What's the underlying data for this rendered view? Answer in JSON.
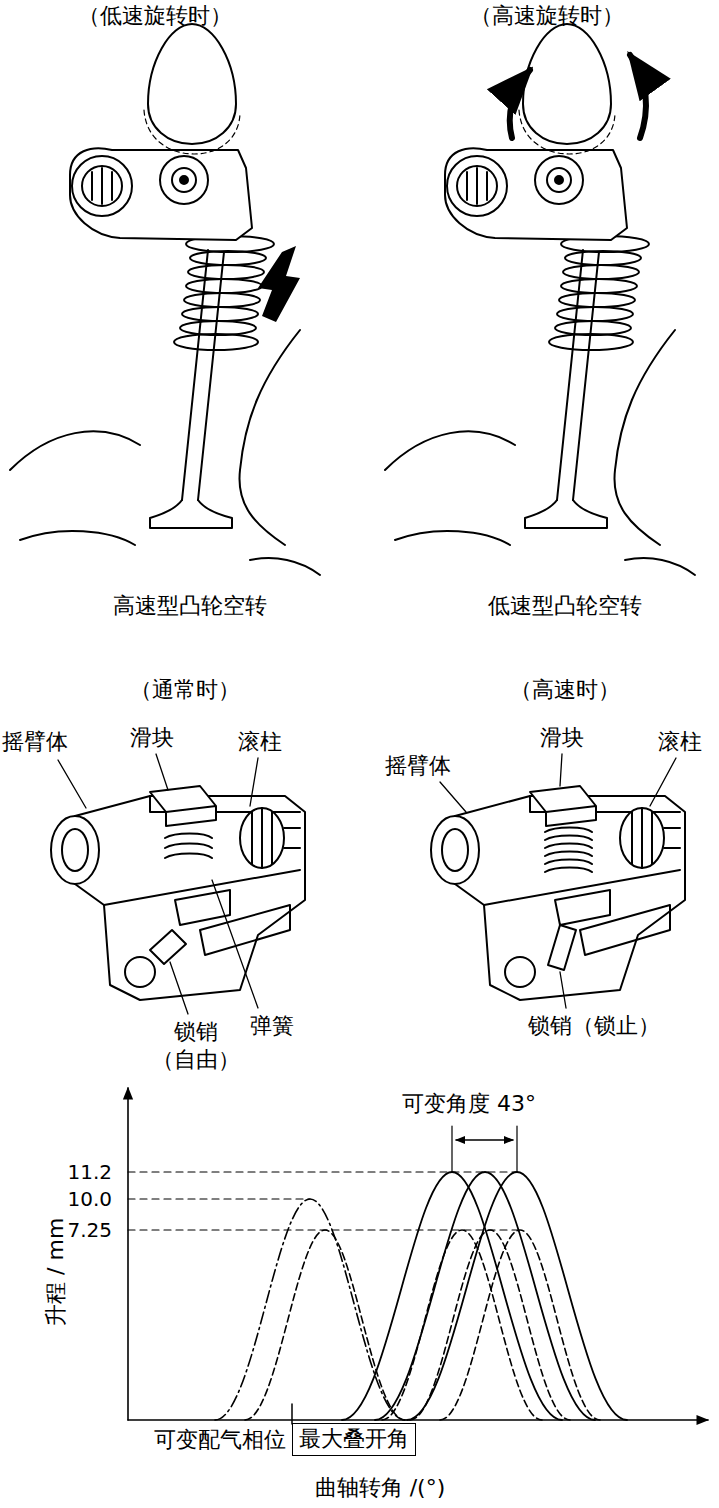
{
  "diagram": {
    "nodes": [
      {
        "text": [
          "最大叠开角"
        ]
      }
    ],
    "labels": [
      "（低速旋转时）",
      "（高速旋转时）",
      "高速型凸轮空转",
      "低速型凸轮空转",
      "（通常时）",
      "（高速时）",
      "摇臂体",
      "滑块",
      "滚柱",
      "锁销 （自由）",
      "弹簧",
      "摇臂体",
      "滑块",
      "滚柱",
      "锁销（锁止）",
      "可变角度 43°",
      "11.2",
      "10.0",
      "7.25",
      "升程 / mm",
      "可变配气相位",
      "曲轴转角 /(°)"
    ]
  }
}
